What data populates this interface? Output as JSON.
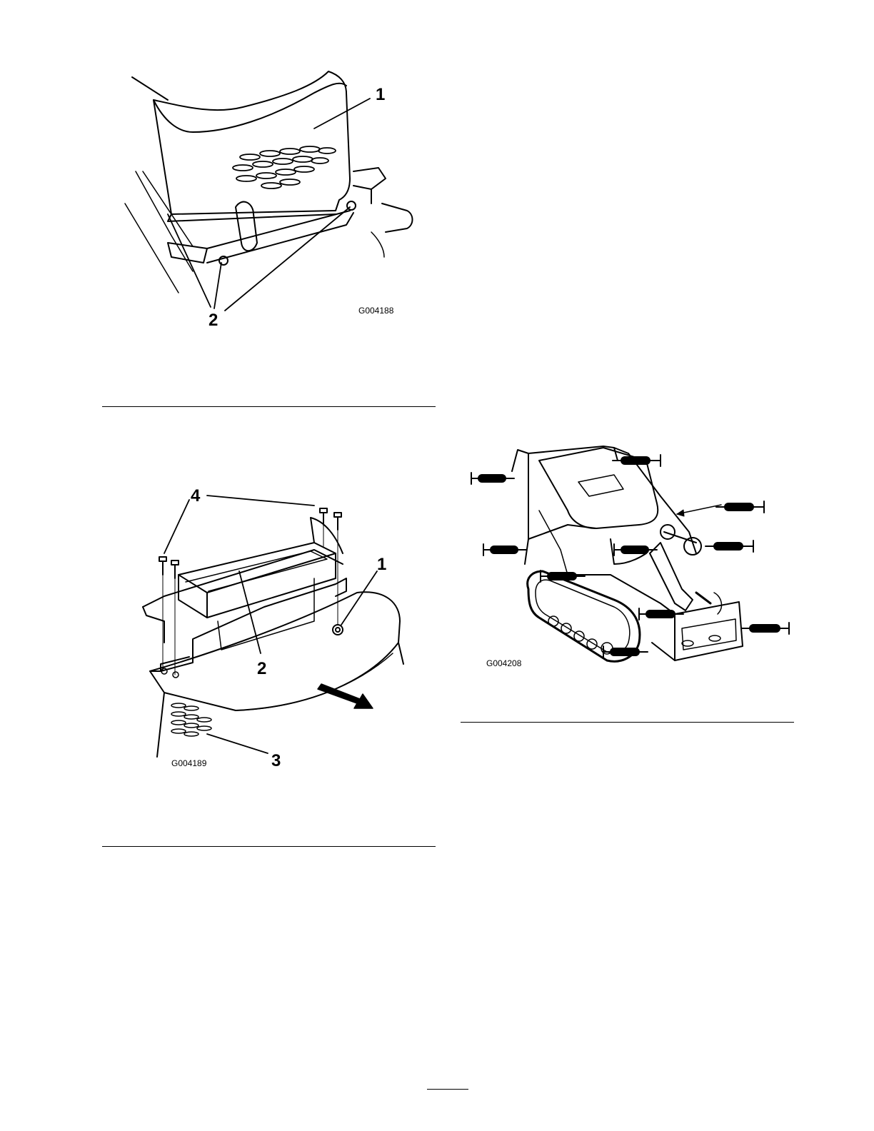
{
  "figures": [
    {
      "id": "G004188",
      "callouts": [
        "1",
        "2"
      ]
    },
    {
      "id": "G004189",
      "callouts": [
        "4",
        "1",
        "2",
        "3"
      ]
    },
    {
      "id": "G004208",
      "callouts": []
    }
  ]
}
